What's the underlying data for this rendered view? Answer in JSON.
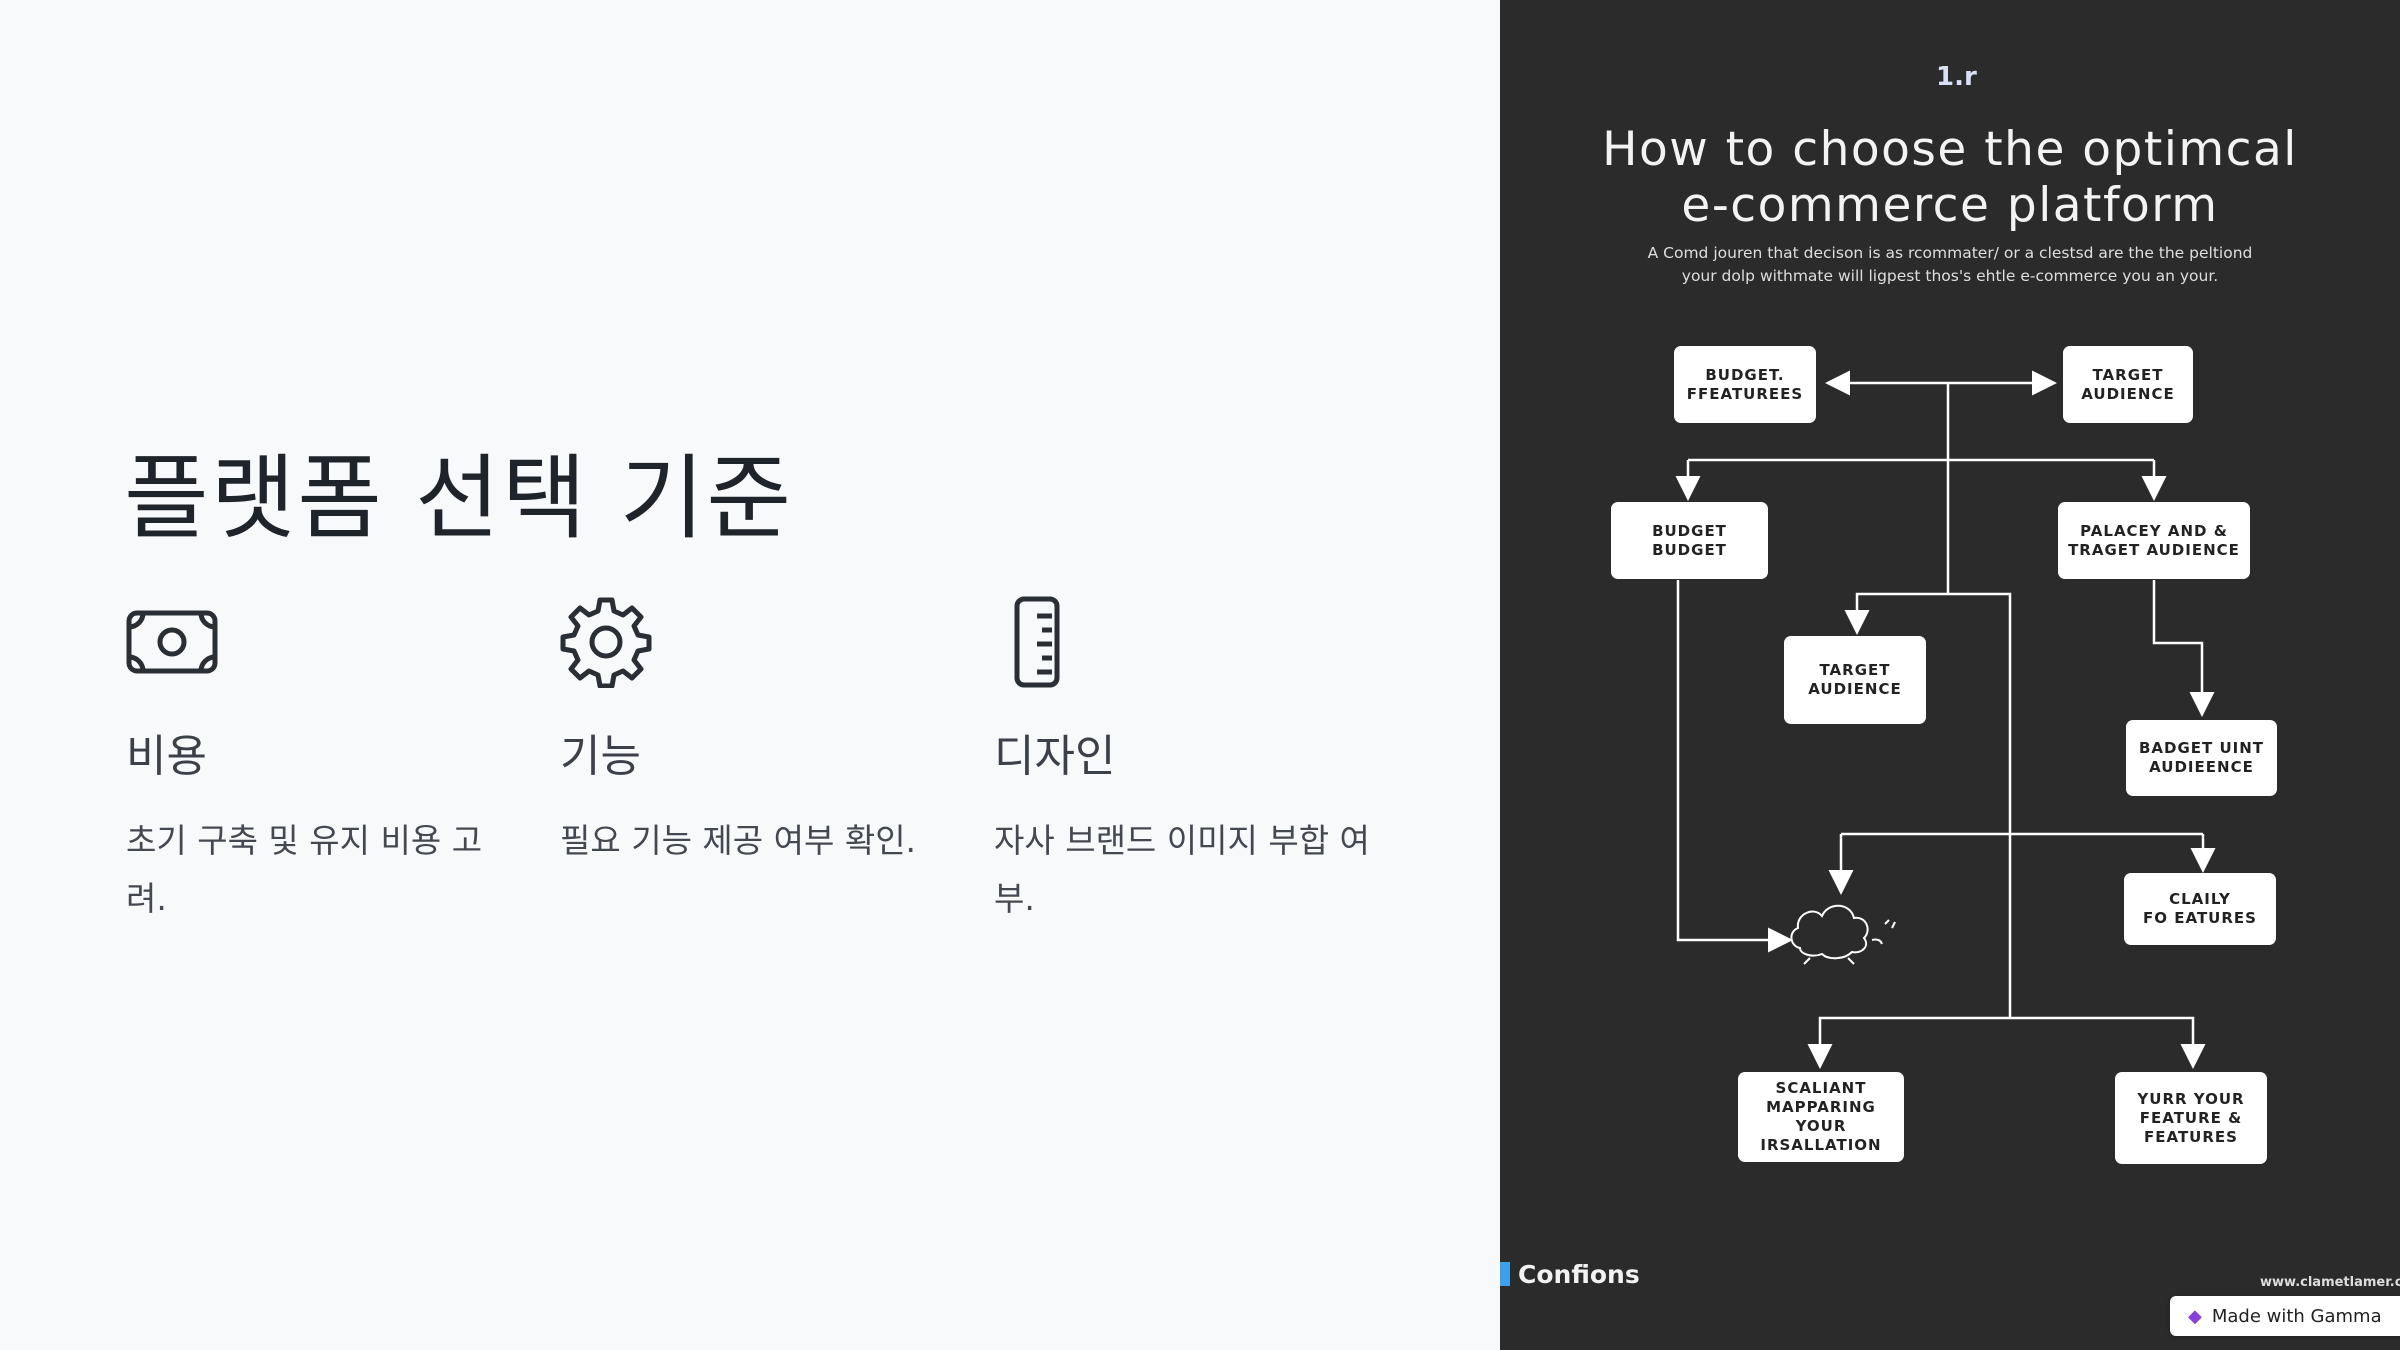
{
  "slide": {
    "title": "플랫폼 선택 기준",
    "features": [
      {
        "icon": "money-icon",
        "title": "비용",
        "desc": "초기 구축 및 유지 비용 고려."
      },
      {
        "icon": "gear-icon",
        "title": "기능",
        "desc": "필요 기능 제공 여부 확인."
      },
      {
        "icon": "ruler-icon",
        "title": "디자인",
        "desc": "자사 브랜드 이미지 부합 여부."
      }
    ]
  },
  "poster": {
    "top_mark": "1.r",
    "title_line1": "How to choose the optimcal",
    "title_line2": "e-commerce platform",
    "subtitle": "A Comd jouren that decison is as rcommater/ or a clestsd are the the peltiond your dolp withmate will ligpest thos's ehtle e-commerce you an your.",
    "boxes": {
      "b1_line1": "BUDGET.",
      "b1_line2": "FFEATUREES",
      "b2_line1": "TARGET",
      "b2_line2": "AUDIENCE",
      "b3_line1": "BUDGET",
      "b3_line2": "BUDGET",
      "b4_line1": "PALACEY AND &",
      "b4_line2": "TRAGET AUDIENCE",
      "b5_line1": "TARGET",
      "b5_line2": "AUDIENCE",
      "b6_line1": "BADGET UINT",
      "b6_line2": "AUDIEENCE",
      "b7_line1": "CLAILY",
      "b7_line2": "FO EATURES",
      "b8_line1": "SCALIANT",
      "b8_line2": "MAPPARING YOUR",
      "b8_line3": "IRSALLATION",
      "b9_line1": "YURR YOUR",
      "b9_line2": "FEATURE &",
      "b9_line3": "FEATURES"
    },
    "brand": "Confions",
    "url": "www.clametlamer.co"
  },
  "badge": {
    "label": "Made with Gamma"
  }
}
